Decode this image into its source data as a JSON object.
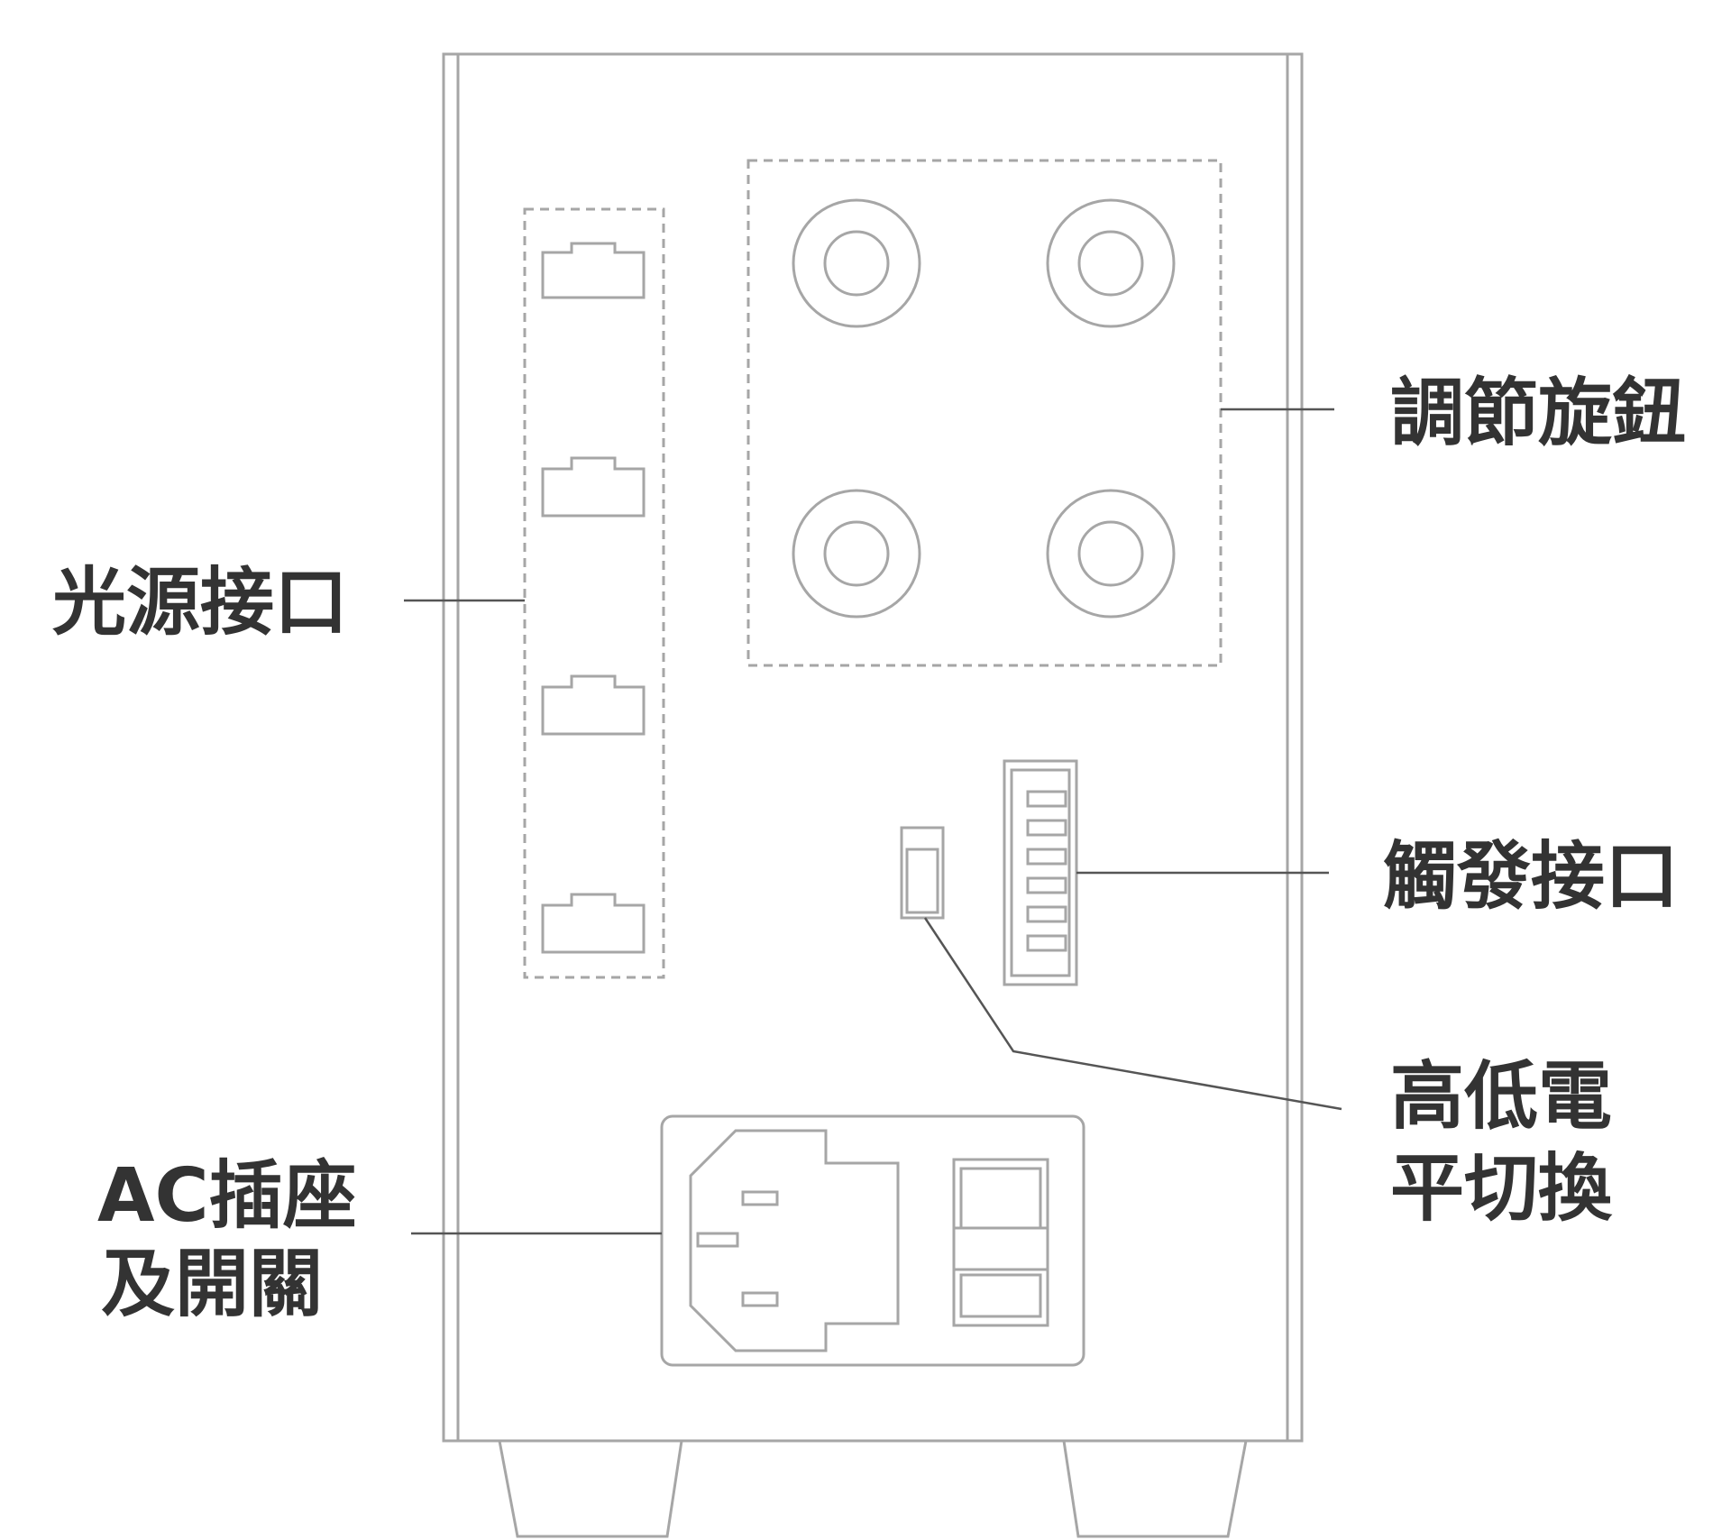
{
  "labels": {
    "light_source_port": "光源接口",
    "adjust_knob": "調節旋鈕",
    "trigger_port": "觸發接口",
    "hi_lo_switch_line1": "高低電",
    "hi_lo_switch_line2": "平切換",
    "ac_socket_line1": "AC插座",
    "ac_socket_line2": "及開關"
  },
  "colors": {
    "stroke": "#a6a6a6",
    "dark_stroke": "#555555",
    "text": "#333333"
  }
}
